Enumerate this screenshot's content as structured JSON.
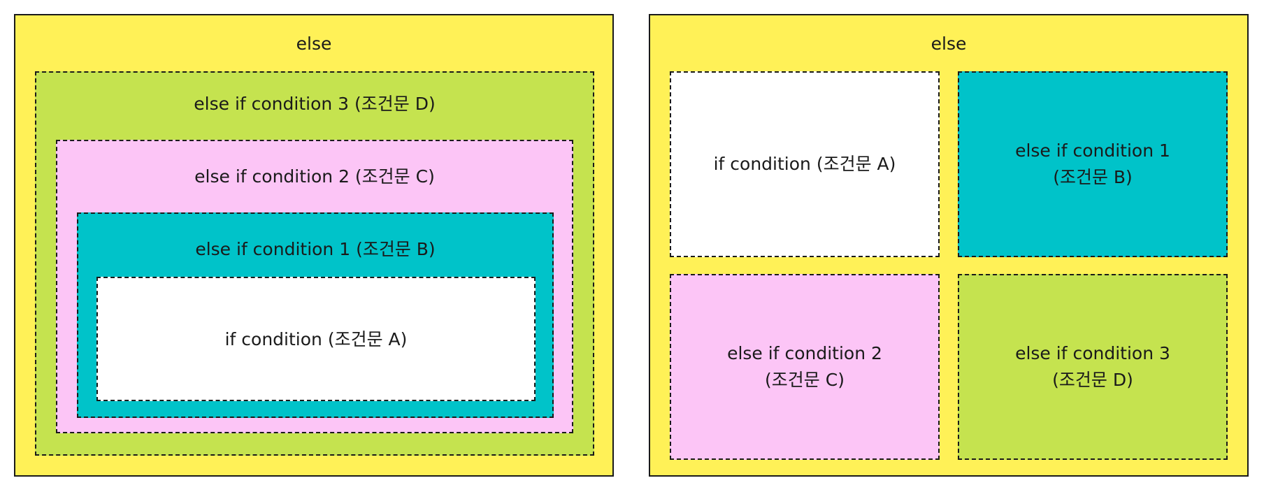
{
  "colors": {
    "else": "#fff157",
    "cond3": "#c5e34f",
    "cond2": "#fcc5f6",
    "cond1": "#00c3c9",
    "if": "#ffffff",
    "border": "#1a1a1a"
  },
  "left": {
    "else_label": "else",
    "cond3_label": "else if condition 3 (조건문 D)",
    "cond2_label": "else if condition 2 (조건문 C)",
    "cond1_label": "else if condition 1 (조건문 B)",
    "if_label": "if condition (조건문 A)"
  },
  "right": {
    "else_label": "else",
    "if_label": "if condition (조건문 A)",
    "cond1_line1": "else if condition 1",
    "cond1_line2": "(조건문 B)",
    "cond2_line1": "else if condition 2",
    "cond2_line2": "(조건문 C)",
    "cond3_line1": "else if condition 3",
    "cond3_line2": "(조건문 D)"
  }
}
